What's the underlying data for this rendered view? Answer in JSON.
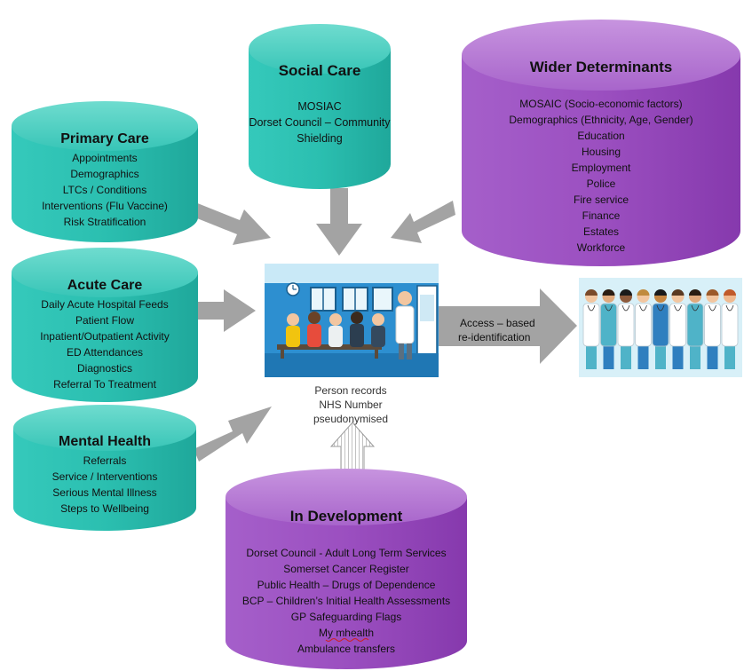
{
  "colors": {
    "teal": "#2bbfb0",
    "teal_dark": "#1a9e92",
    "purple": "#9b4fc0",
    "purple_dark": "#7a2fa0",
    "arrow_gray": "#a3a3a3"
  },
  "social_care": {
    "title": "Social Care",
    "items": [
      "MOSIAC",
      "Dorset Council – Community",
      "Shielding"
    ]
  },
  "wider_determinants": {
    "title": "Wider Determinants",
    "items": [
      "MOSAIC (Socio-economic factors)",
      "Demographics (Ethnicity, Age, Gender)",
      "Education",
      "Housing",
      "Employment",
      "Police",
      "Fire service",
      "Finance",
      "Estates",
      "Workforce"
    ]
  },
  "primary_care": {
    "title": "Primary Care",
    "items": [
      "Appointments",
      "Demographics",
      "LTCs / Conditions",
      "Interventions (Flu Vaccine)",
      "Risk Stratification"
    ]
  },
  "acute_care": {
    "title": "Acute Care",
    "items": [
      "Daily Acute Hospital Feeds",
      "Patient Flow",
      "Inpatient/Outpatient Activity",
      "ED Attendances",
      "Diagnostics",
      "Referral To Treatment"
    ]
  },
  "mental_health": {
    "title": "Mental Health",
    "items": [
      "Referrals",
      "Service / Interventions",
      "Serious Mental Illness",
      "Steps to Wellbeing"
    ]
  },
  "in_development": {
    "title": "In Development",
    "items": [
      "Dorset Council - Adult Long Term Services",
      "Somerset Cancer Register",
      "Public Health – Drugs of Dependence",
      "BCP – Children’s Initial Health Assessments",
      "GP Safeguarding Flags",
      "My mhealth",
      "Ambulance transfers"
    ]
  },
  "center": {
    "caption": [
      "Person records",
      "NHS Number",
      "pseudonymised"
    ]
  },
  "access_arrow": {
    "label": [
      "Access – based",
      "re-identification"
    ]
  }
}
